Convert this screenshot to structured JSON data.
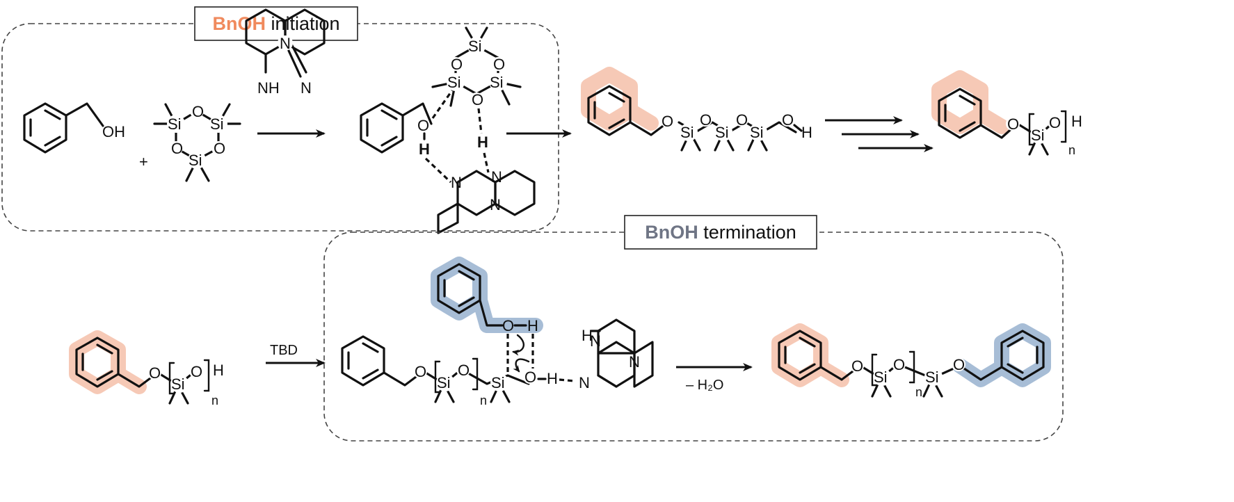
{
  "initiation": {
    "label_accent": "BnOH",
    "label_rest": " initiation",
    "accent_color": "#f08a5d",
    "plus": "+"
  },
  "termination": {
    "label_accent": "BnOH",
    "label_rest": " termination",
    "accent_color": "#6f7585",
    "reagent_above": "TBD",
    "reagent_below": "– H₂O"
  },
  "atoms": {
    "O": "O",
    "OH": "OH",
    "H": "H",
    "Si": "Si",
    "N": "N",
    "NH": "NH",
    "n": "n"
  },
  "highlight_colors": {
    "initiator_end": "#f6c9b6",
    "terminator_end": "#a7bdd6"
  },
  "icons": [
    "benzene-ring",
    "reaction-arrow",
    "curved-electron-arrow"
  ]
}
